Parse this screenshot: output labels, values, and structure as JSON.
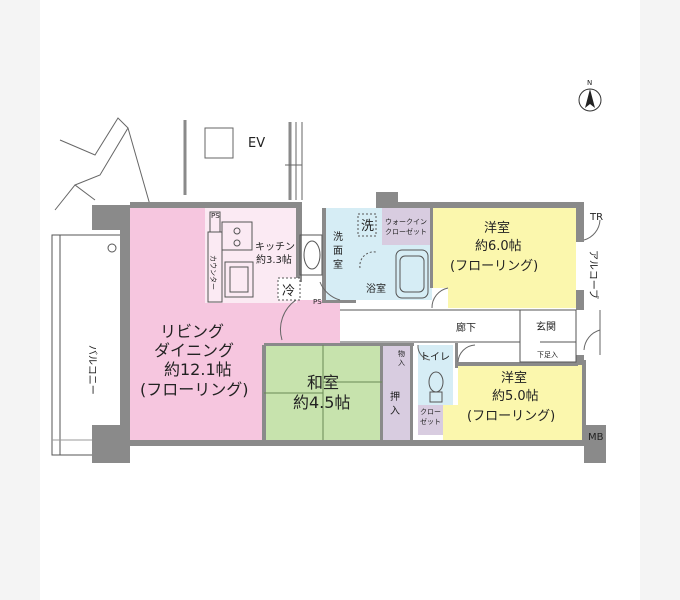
{
  "colors": {
    "page_bg": "#f4f4f4",
    "paper": "#ffffff",
    "wall": "#8a8a8a",
    "living": "#f6c6df",
    "bedroom": "#fbf7ad",
    "washitsu": "#c7e3ad",
    "water": "#d6edf5",
    "storage": "#d8cce0",
    "line": "#555555"
  },
  "icons": {
    "north": "north-arrow-icon"
  },
  "labels": {
    "north": "N",
    "ev": "EV",
    "balcony": "バルコニー",
    "living_l1": "リビング",
    "living_l2": "ダイニング",
    "living_l3": "約12.1帖",
    "living_l4": "(フローリング)",
    "kitchen_l1": "キッチン",
    "kitchen_l2": "約3.3帖",
    "counter": "カウンター",
    "ps1": "PS",
    "ps2": "PS",
    "fridge": "冷",
    "washroom_l1": "洗",
    "washroom_l2": "面",
    "washroom_l3": "室",
    "washer": "洗",
    "bath": "浴室",
    "wic_l1": "ウォークイン",
    "wic_l2": "クローゼット",
    "yoshitsu1_l1": "洋室",
    "yoshitsu1_l2": "約6.0帖",
    "yoshitsu1_l3": "(フローリング)",
    "tr": "TR",
    "alcove": "アルコーブ",
    "genkan": "玄関",
    "shitaashiire": "下足入",
    "rouka": "廊下",
    "washitsu_l1": "和室",
    "washitsu_l2": "約4.5帖",
    "monoire_l1": "物",
    "monoire_l2": "入",
    "oshiire_l1": "押",
    "oshiire_l2": "入",
    "toilet": "トイレ",
    "closet_l1": "クロー",
    "closet_l2": "ゼット",
    "yoshitsu2_l1": "洋室",
    "yoshitsu2_l2": "約5.0帖",
    "yoshitsu2_l3": "(フローリング)",
    "mb": "MB"
  }
}
